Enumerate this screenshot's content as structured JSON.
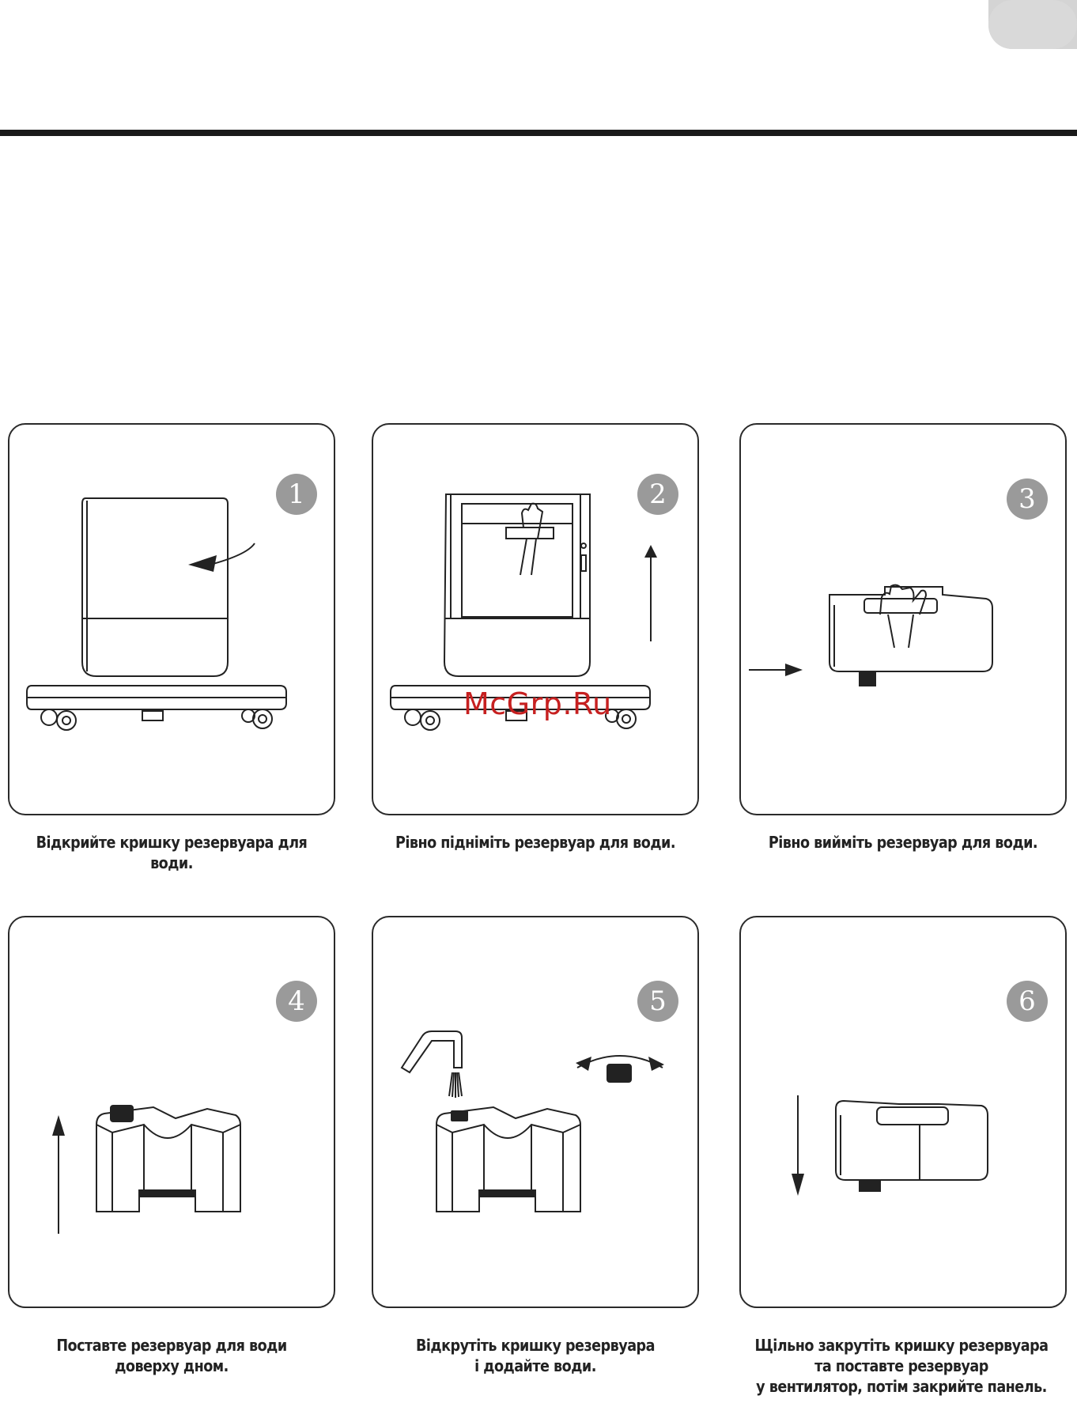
{
  "watermark": "McGrp.Ru",
  "steps": [
    {
      "number": "1",
      "caption": "Відкрийте кришку резервуара для води."
    },
    {
      "number": "2",
      "caption": "Рівно підніміть резервуар для води."
    },
    {
      "number": "3",
      "caption": "Рівно вийміть резервуар для води."
    },
    {
      "number": "4",
      "caption_lines": [
        "Поставте резервуар для води",
        "доверху дном."
      ]
    },
    {
      "number": "5",
      "caption_lines": [
        "Відкрутіть кришку резервуара",
        "і додайте води."
      ]
    },
    {
      "number": "6",
      "caption_lines": [
        "Щільно закрутіть кришку резервуара",
        "та поставте резервуар",
        "у вентилятор, потім закрийте панель."
      ]
    }
  ]
}
